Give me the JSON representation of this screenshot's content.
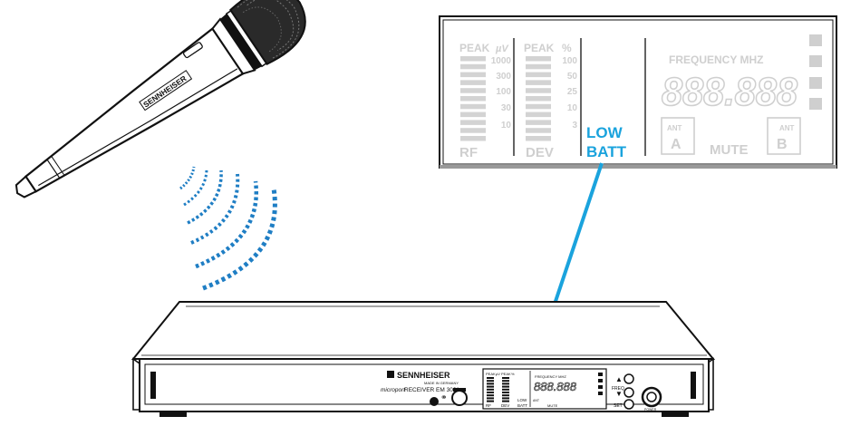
{
  "display": {
    "rf": {
      "peak": "PEAK",
      "unit": "µV",
      "scale": [
        "1000",
        "300",
        "100",
        "30",
        "10"
      ],
      "label": "RF"
    },
    "dev": {
      "peak": "PEAK",
      "unit": "%",
      "scale": [
        "100",
        "50",
        "25",
        "10",
        "3"
      ],
      "label": "DEV"
    },
    "low_batt": {
      "line1": "LOW",
      "line2": "BATT",
      "color": "#1aa3dd"
    },
    "frequency": {
      "label": "FREQUENCY MHZ",
      "digits": "888.888"
    },
    "ant_a": {
      "top": "ANT",
      "bottom": "A"
    },
    "ant_b": {
      "top": "ANT",
      "bottom": "B"
    },
    "mute": "MUTE",
    "segment_color": "#d0d0d0"
  },
  "microphone": {
    "brand": "SENNHEISER"
  },
  "receiver": {
    "brand": "SENNHEISER",
    "made_in": "MADE IN GERMANY",
    "model_prefix": "microport",
    "model": "RECEIVER EM 3031",
    "freq_label": "FREQ",
    "set_label": "SET",
    "power_label": "POWER",
    "mini_display": {
      "peak1": "PEAK",
      "unit1": "µV",
      "peak2": "PEAK",
      "unit2": "%",
      "rf": "RF",
      "dev": "DEV",
      "low": "LOW",
      "batt": "BATT",
      "freq_label": "FREQUENCY MHZ",
      "digits": "888.888",
      "mute": "MUTE",
      "ant": "ANT"
    }
  }
}
